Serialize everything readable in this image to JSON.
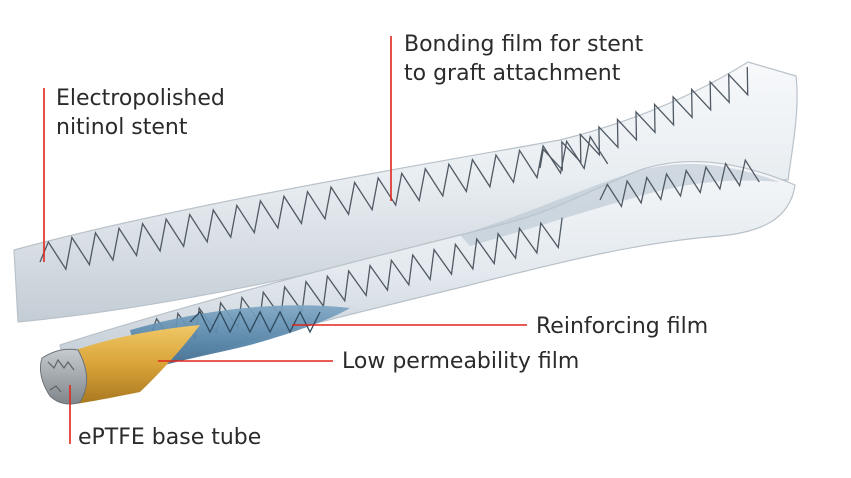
{
  "diagram": {
    "labels": {
      "stent": [
        "Electropolished",
        "nitinol stent"
      ],
      "bonding": [
        "Bonding film for stent",
        "to graft attachment"
      ],
      "reinforcing": "Reinforcing film",
      "low_permeability": "Low permeability film",
      "eptfe": "ePTFE base tube"
    },
    "leader_color": "#e0271b",
    "colors": {
      "graft_light": "#e9edf1",
      "graft_shade": "#c9d2da",
      "stent_wire": "#4f5963",
      "reinforcing_film": "#4f7fa3",
      "low_permeability_film": "#d8a63a",
      "base_tube": "#9aa1a6"
    }
  }
}
